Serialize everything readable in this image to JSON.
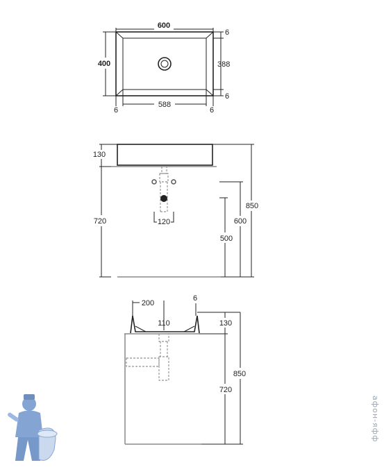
{
  "top_view": {
    "width": "600",
    "height": "400",
    "inner_height": "388",
    "inner_width": "588",
    "rim_top": "6",
    "rim_bottom": "6",
    "rim_left": "6",
    "rim_right": "6"
  },
  "front_view": {
    "basin_height": "130",
    "counter_height": "720",
    "waste_spacing": "120",
    "height_500": "500",
    "height_600": "600",
    "total_height": "850"
  },
  "side_view": {
    "depth_200": "200",
    "rim": "6",
    "drain_110": "110",
    "basin_height": "130",
    "counter_height": "720",
    "total_height": "850"
  },
  "watermark": {
    "text": "афон-яфф"
  },
  "colors": {
    "line": "#222222",
    "dashed": "#777777",
    "logo_blue": "#5b87c5"
  }
}
